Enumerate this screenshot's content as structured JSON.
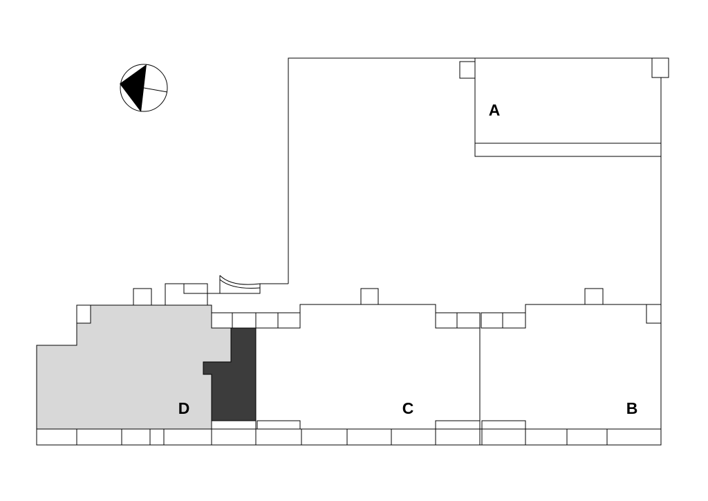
{
  "plan": {
    "units": [
      {
        "id": "A",
        "label": "A",
        "highlighted": false
      },
      {
        "id": "B",
        "label": "B",
        "highlighted": false
      },
      {
        "id": "C",
        "label": "C",
        "highlighted": false
      },
      {
        "id": "D",
        "label": "D",
        "highlighted": true
      }
    ],
    "compass": {
      "icon": "north-arrow-icon"
    },
    "colors": {
      "background": "#ffffff",
      "line": "#000000",
      "unit_d_fill": "#d8d8d8",
      "core_fill": "#3c3c3c"
    }
  }
}
